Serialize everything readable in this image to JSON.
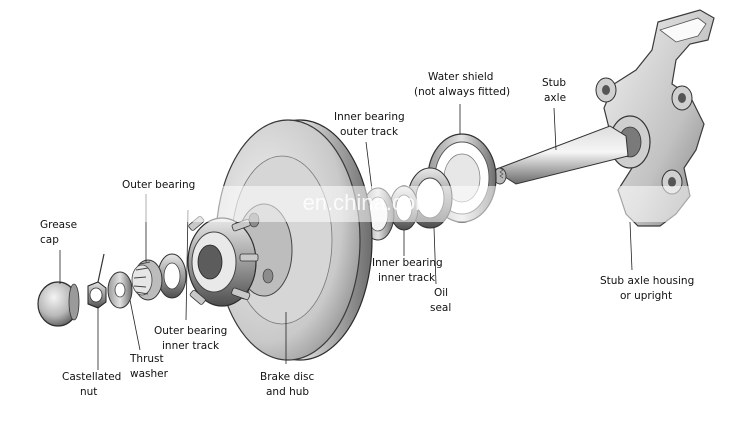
{
  "labels": {
    "grease_cap": [
      "Grease",
      "cap"
    ],
    "outer_bearing_top": "Outer bearing",
    "castellated_nut": [
      "Castellated",
      "nut"
    ],
    "thrust_washer": [
      "Thrust",
      "washer"
    ],
    "outer_bearing_inner_track": [
      "Outer bearing",
      "inner track"
    ],
    "brake_disc": [
      "Brake disc",
      "and hub"
    ],
    "inner_bearing_outer_track": [
      "Inner bearing",
      "outer track"
    ],
    "inner_bearing_inner_track": [
      "Inner bearing",
      "inner track"
    ],
    "oil_seal": [
      "Oil",
      "seal"
    ],
    "water_shield": [
      "Water shield",
      "(not always fitted)"
    ],
    "stub_axle": [
      "Stub",
      "axle"
    ],
    "stub_axle_housing": [
      "Stub axle housing",
      "or upright"
    ]
  },
  "watermark": "en.china.com"
}
